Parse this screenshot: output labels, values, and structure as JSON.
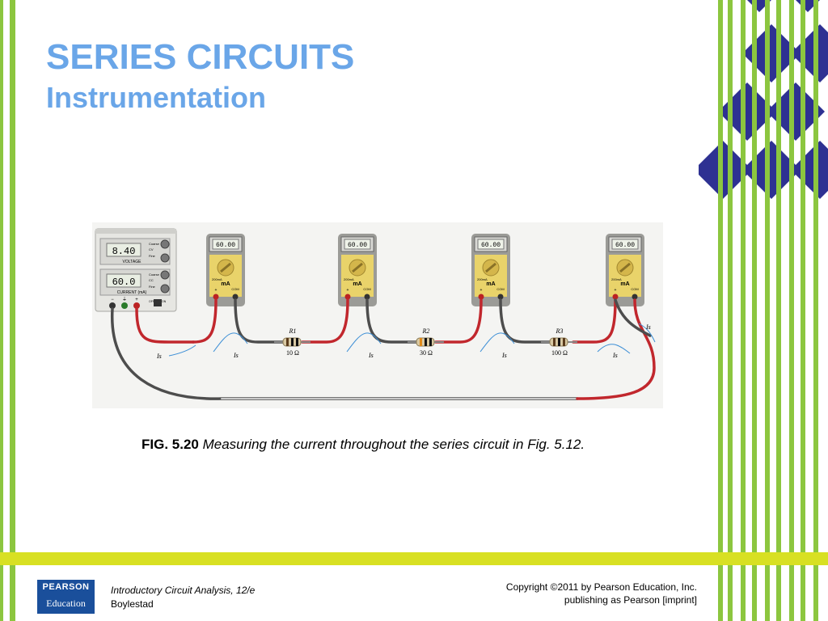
{
  "slide": {
    "title": "SERIES CIRCUITS",
    "subtitle": "Instrumentation"
  },
  "figure": {
    "power_supply": {
      "voltage_display": "8.40",
      "current_display": "60.0",
      "voltage_label": "VOLTAGE",
      "current_label": "CURRENT (mA)",
      "knob_labels": [
        "Coarse",
        "CV",
        "Fine",
        "Coarse",
        "CC",
        "Fine"
      ],
      "terminals": [
        "−",
        "⏚",
        "+"
      ],
      "switch_labels": [
        "OFF",
        "ON"
      ]
    },
    "meters": [
      {
        "display": "60.00",
        "range": "200mA",
        "unit": "mA",
        "plus": "+",
        "com": "COM"
      },
      {
        "display": "60.00",
        "range": "200mA",
        "unit": "mA",
        "plus": "+",
        "com": "COM"
      },
      {
        "display": "60.00",
        "range": "200mA",
        "unit": "mA",
        "plus": "+",
        "com": "COM"
      },
      {
        "display": "60.00",
        "range": "200mA",
        "unit": "mA",
        "plus": "+",
        "com": "COM"
      }
    ],
    "resistors": [
      {
        "label": "R1",
        "value": "10 Ω"
      },
      {
        "label": "R2",
        "value": "30 Ω"
      },
      {
        "label": "R3",
        "value": "100 Ω"
      }
    ],
    "current_label": "Is"
  },
  "caption": {
    "label": "FIG. 5.20",
    "text": "Measuring the current throughout the series circuit in Fig. 5.12."
  },
  "footer": {
    "logo_top": "PEARSON",
    "logo_bottom": "Education",
    "book_title": "Introductory Circuit Analysis, 12/e",
    "author": "Boylestad",
    "copyright_line1": "Copyright ©2011 by Pearson Education, Inc.",
    "copyright_line2": "publishing as Pearson [imprint]"
  },
  "colors": {
    "accent_green": "#8cc63f",
    "accent_navy": "#2e3192",
    "band_yellow": "#d8e023",
    "title_blue": "#6aa6e8",
    "meter_yellow": "#e9d36a",
    "lead_red": "#c1272d",
    "lead_gray": "#4d4d4d"
  }
}
